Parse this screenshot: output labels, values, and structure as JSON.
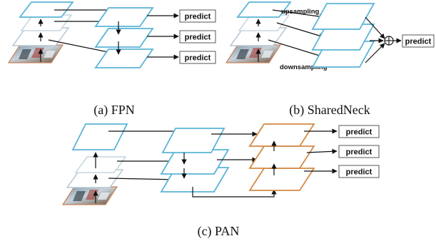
{
  "colors": {
    "blue_edge": "#5ab4d6",
    "faded_edge": "#b9c7d1",
    "orange_edge": "#d48a45",
    "arrow": "#111111"
  },
  "predict_label": "predict",
  "panels": {
    "fpn": {
      "caption": "(a) FPN"
    },
    "sharedneck": {
      "caption": "(b) SharedNeck",
      "upsampling_label": "upsampling",
      "downsampling_label": "downsampling",
      "sum_symbol": "⊕"
    },
    "pan": {
      "caption": "(c) PAN"
    }
  },
  "icons": [
    "input-image-icon",
    "feature-map-icon",
    "arrow-icon",
    "sum-icon"
  ]
}
